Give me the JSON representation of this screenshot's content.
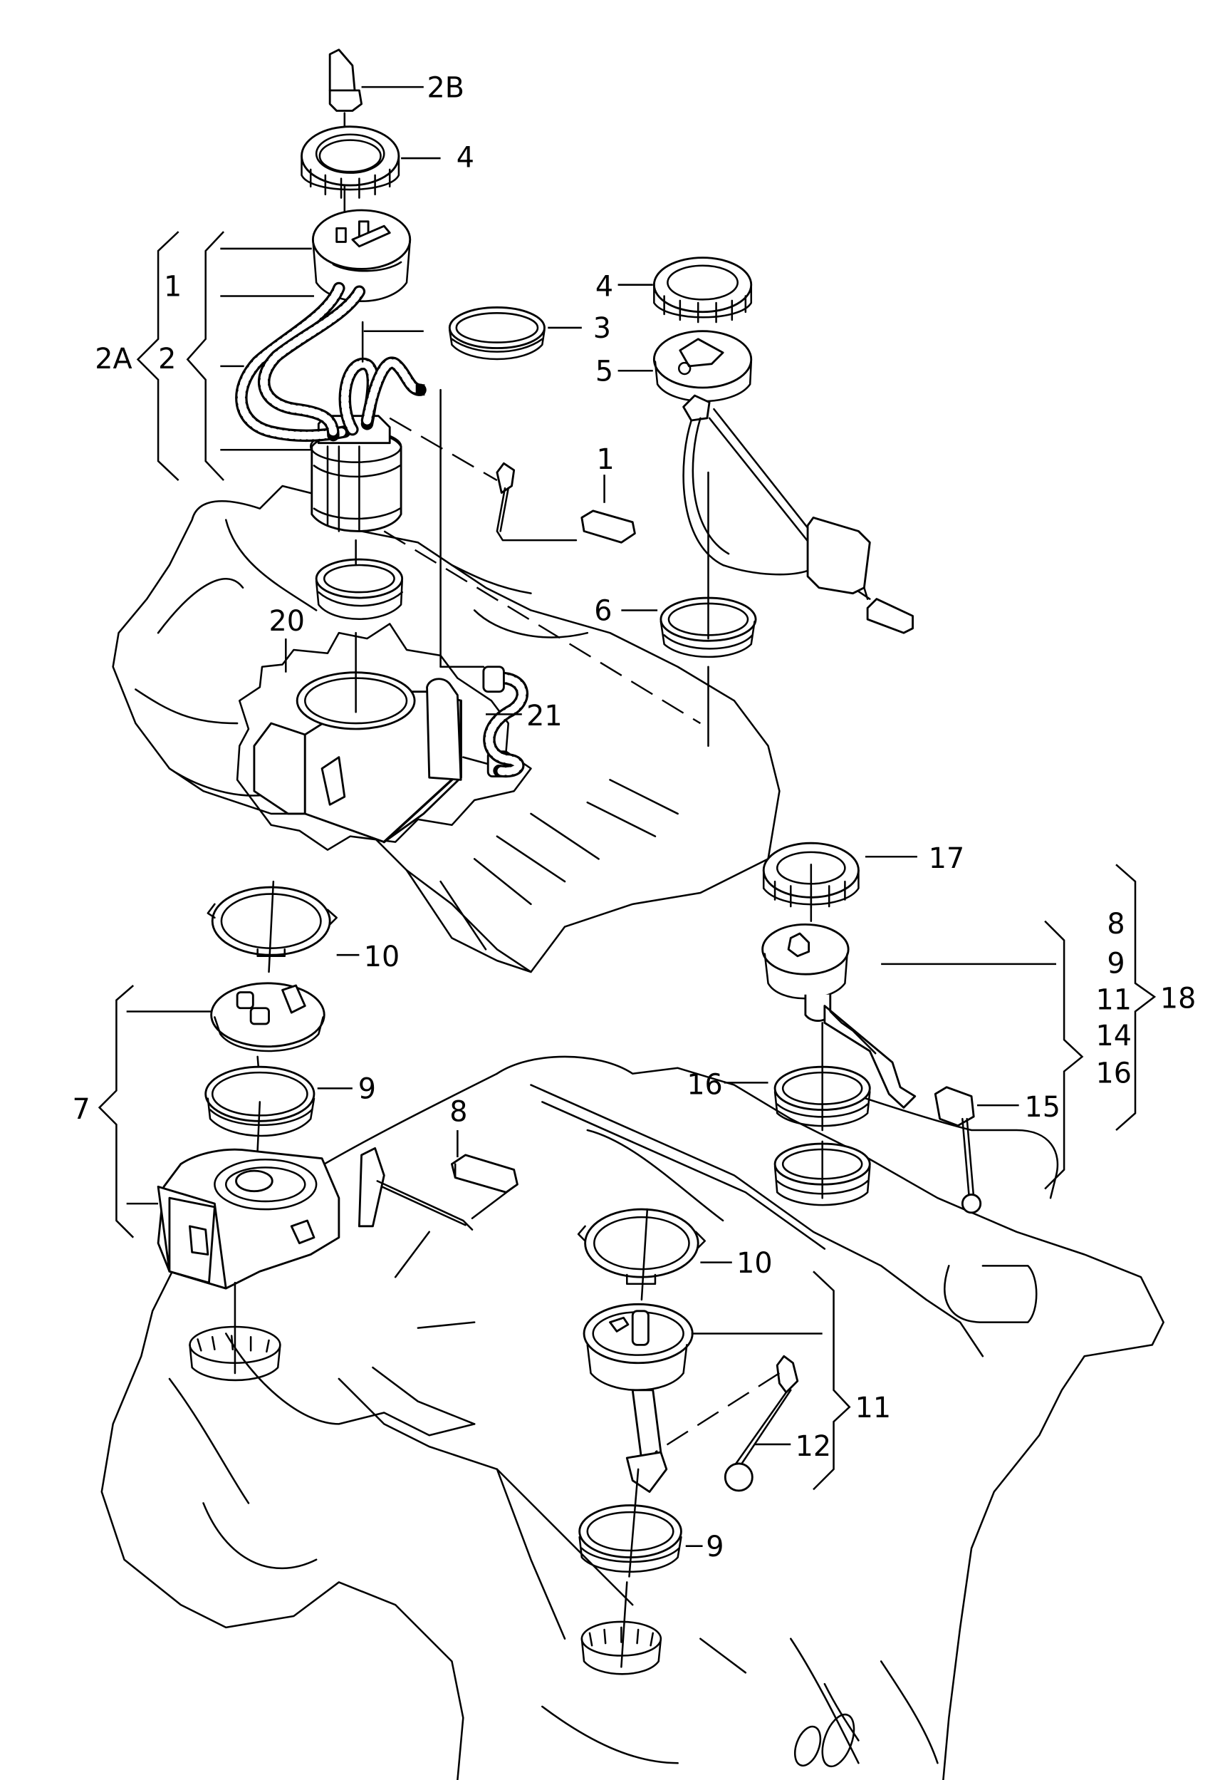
{
  "diagram": {
    "title": "Fuel tank sender / fuel pump assembly – exploded parts view",
    "background_color": "#ffffff",
    "line_color": "#000000",
    "callouts": [
      {
        "id": "2B",
        "text": "2B",
        "part": "connector elbow"
      },
      {
        "id": "4a",
        "text": "4",
        "part": "union nut (left assembly)"
      },
      {
        "id": "1a",
        "text": "1",
        "part": "sender flange group (bracket)"
      },
      {
        "id": "2A",
        "text": "2A",
        "part": "fuel pump complete (bracket)"
      },
      {
        "id": "2",
        "text": "2",
        "part": "fuel pump module (bracket)"
      },
      {
        "id": "3",
        "text": "3",
        "part": "seal"
      },
      {
        "id": "1b",
        "text": "1",
        "part": "float sender"
      },
      {
        "id": "4b",
        "text": "4",
        "part": "union nut (right assembly)"
      },
      {
        "id": "5",
        "text": "5",
        "part": "fuel gauge sender flange"
      },
      {
        "id": "6",
        "text": "6",
        "part": "seal"
      },
      {
        "id": "20",
        "text": "20",
        "part": "reservoir / baffle housing"
      },
      {
        "id": "21",
        "text": "21",
        "part": "hose"
      },
      {
        "id": "17",
        "text": "17",
        "part": "union nut"
      },
      {
        "id": "8a",
        "text": "8",
        "part": "group list"
      },
      {
        "id": "9a",
        "text": "9",
        "part": "group list"
      },
      {
        "id": "11a",
        "text": "11",
        "part": "group list"
      },
      {
        "id": "14",
        "text": "14",
        "part": "group list"
      },
      {
        "id": "16a",
        "text": "16",
        "part": "group list"
      },
      {
        "id": "18",
        "text": "18",
        "part": "complete unit (bracket)"
      },
      {
        "id": "16b",
        "text": "16",
        "part": "seal"
      },
      {
        "id": "15",
        "text": "15",
        "part": "float sender"
      },
      {
        "id": "10a",
        "text": "10",
        "part": "retaining ring"
      },
      {
        "id": "7",
        "text": "7",
        "part": "fuel pump with sender (bracket)"
      },
      {
        "id": "9b",
        "text": "9",
        "part": "seal"
      },
      {
        "id": "8b",
        "text": "8",
        "part": "float sender"
      },
      {
        "id": "10b",
        "text": "10",
        "part": "retaining ring"
      },
      {
        "id": "11b",
        "text": "11",
        "part": "sender flange (bracket)"
      },
      {
        "id": "12",
        "text": "12",
        "part": "float arm"
      },
      {
        "id": "9c",
        "text": "9",
        "part": "seal"
      }
    ]
  }
}
